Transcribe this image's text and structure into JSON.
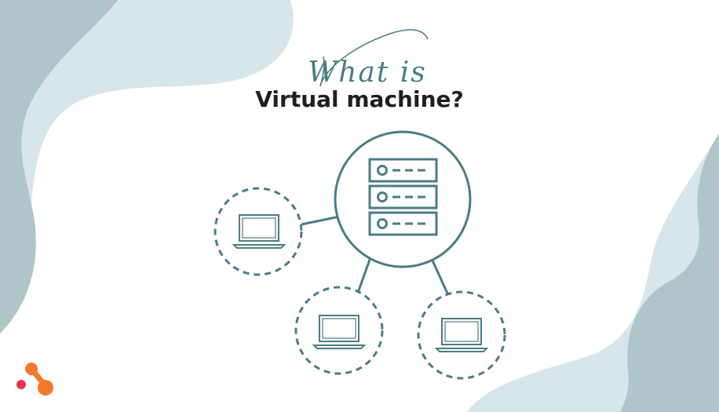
{
  "title": {
    "script_line": "What is",
    "main_line": "Virtual machine?"
  },
  "colors": {
    "accent": "#4a7d84",
    "blob_light": "#d6e6ea",
    "blob_dark": "#aec6c9",
    "logo_orange": "#f47a2b",
    "logo_red": "#e8344a",
    "text_dark": "#1f1f1f"
  },
  "icons": {
    "server": "server-icon",
    "laptop": "laptop-icon",
    "logo": "brand-logo"
  }
}
